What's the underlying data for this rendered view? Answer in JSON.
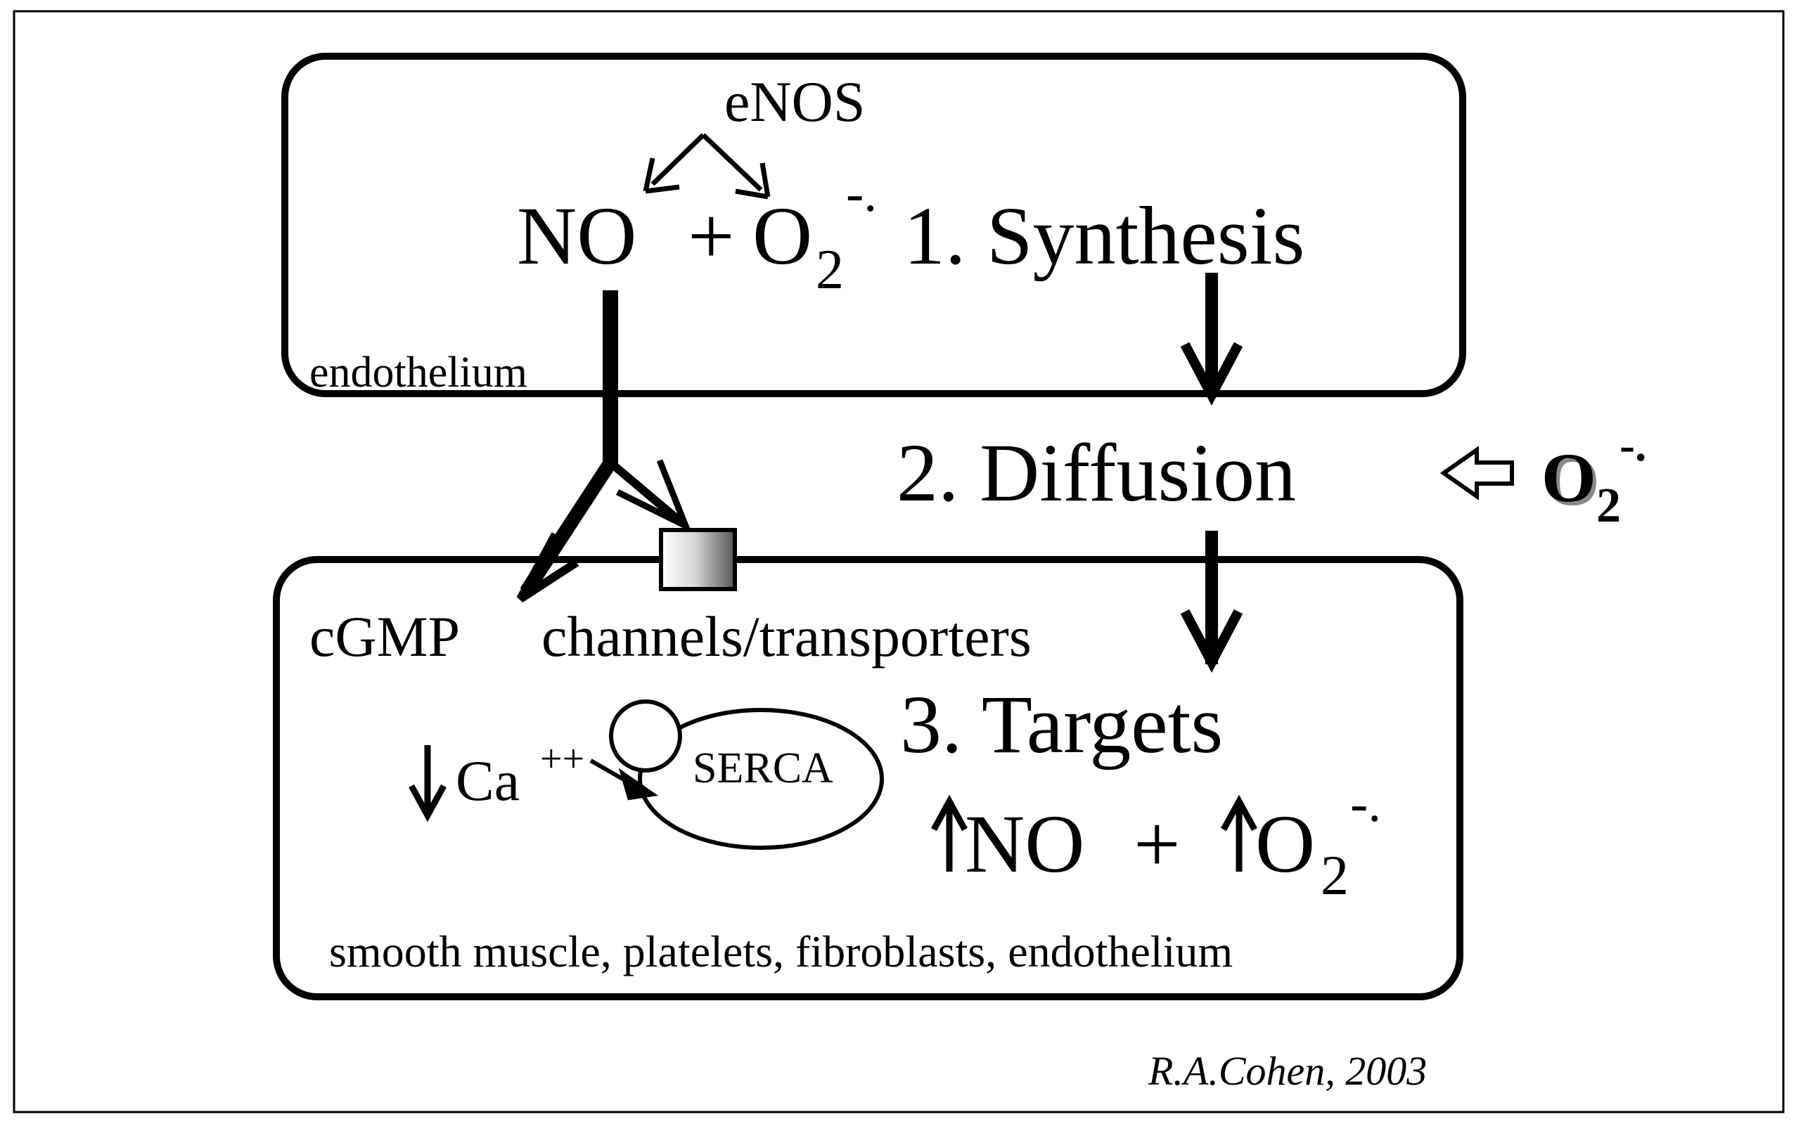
{
  "colors": {
    "ink": "#000000",
    "background": "#ffffff",
    "channel_light": "#ffffff",
    "channel_dark": "#555555"
  },
  "top_box": {
    "enzyme": "eNOS",
    "reaction": {
      "no": "NO",
      "plus": "+",
      "o": "O",
      "subscript": "2",
      "superscript": "-.",
      "step_label": "1. Synthesis"
    },
    "tissue_label": "endothelium"
  },
  "middle": {
    "step_label": "2. Diffusion",
    "external_source": {
      "icon": "hollow-arrow-left-icon",
      "o": "O",
      "subscript": "2",
      "superscript": "-."
    }
  },
  "bottom_box": {
    "cgmp": "cGMP",
    "channels": "channels/transporters",
    "calcium": {
      "icon": "arrow-down-icon",
      "text": "Ca",
      "superscript": "++"
    },
    "pump": "SERCA",
    "step_label": "3. Targets",
    "result": {
      "no": "NO",
      "plus": "+",
      "o": "O",
      "subscript": "2",
      "superscript": "-."
    },
    "tissue_label": "smooth muscle, platelets, fibroblasts, endothelium"
  },
  "credit": "R.A.Cohen, 2003"
}
